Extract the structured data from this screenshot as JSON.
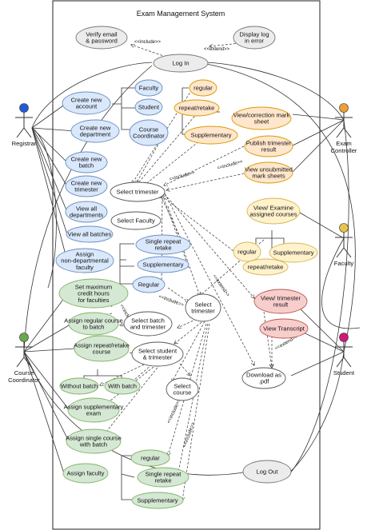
{
  "title": "Exam Management System",
  "colors": {
    "gray": "#ececec",
    "blue": "#dae8fc",
    "orange": "#ffe6cc",
    "yellow": "#fff2cc",
    "green": "#d5e8d4",
    "red": "#f8cecc",
    "border": "#8a8a8a",
    "blue_head": "#1f5bd6",
    "orange_head": "#f0a030",
    "yellow_head": "#e8c44a",
    "green_head": "#6aa84f",
    "pink_head": "#d1177a"
  },
  "actors": [
    {
      "id": "registrar",
      "label": "Registrar",
      "color": "blue_head"
    },
    {
      "id": "exam-controller",
      "label": "Exam Controller",
      "color": "orange_head"
    },
    {
      "id": "faculty",
      "label": "Faculty",
      "color": "yellow_head"
    },
    {
      "id": "course-coordinator",
      "label": "Course Coordinator",
      "color": "green_head"
    },
    {
      "id": "student",
      "label": "Student",
      "color": "pink_head"
    }
  ],
  "use_cases": [
    {
      "id": "verify",
      "text": "Verify email & password",
      "fill": "gray"
    },
    {
      "id": "display-error",
      "text": "Display log in error",
      "fill": "gray"
    },
    {
      "id": "login",
      "text": "Log In",
      "fill": "gray"
    },
    {
      "id": "logout",
      "text": "Log Out",
      "fill": "gray"
    },
    {
      "id": "create-account",
      "text": "Create new account",
      "fill": "blue"
    },
    {
      "id": "create-dept",
      "text": "Create new department",
      "fill": "blue"
    },
    {
      "id": "create-batch",
      "text": "Create new batch",
      "fill": "blue"
    },
    {
      "id": "create-trimester",
      "text": "Create new trimester",
      "fill": "blue"
    },
    {
      "id": "view-depts",
      "text": "View all departments",
      "fill": "blue"
    },
    {
      "id": "view-batches",
      "text": "View all batches",
      "fill": "blue"
    },
    {
      "id": "assign-nondept",
      "text": "Assign non-departmental faculty",
      "fill": "blue"
    },
    {
      "id": "faculty-opt",
      "text": "Faculty",
      "fill": "blue"
    },
    {
      "id": "student-opt",
      "text": "Student",
      "fill": "blue"
    },
    {
      "id": "cc-opt",
      "text": "Course Coordinator",
      "fill": "blue"
    },
    {
      "id": "single-repeat-1",
      "text": "Single repeat retake",
      "fill": "blue"
    },
    {
      "id": "supplementary-1",
      "text": "Supplementary",
      "fill": "blue"
    },
    {
      "id": "regular-1",
      "text": "Regular",
      "fill": "blue"
    },
    {
      "id": "regular-oc",
      "text": "regular",
      "fill": "orange"
    },
    {
      "id": "repeat-retake-oc",
      "text": "repeat/retake",
      "fill": "orange"
    },
    {
      "id": "supplementary-oc",
      "text": "Supplementary",
      "fill": "orange"
    },
    {
      "id": "view-correction",
      "text": "View/correction mark sheet",
      "fill": "orange"
    },
    {
      "id": "publish-result",
      "text": "Publish trimester result",
      "fill": "orange"
    },
    {
      "id": "view-unsubmitted",
      "text": "View unsubmitted mark sheets",
      "fill": "orange"
    },
    {
      "id": "select-trimester",
      "text": "Select trimester",
      "fill": "white"
    },
    {
      "id": "select-faculty",
      "text": "Select Faculty",
      "fill": "white"
    },
    {
      "id": "select-trimester-2",
      "text": "Select trimester",
      "fill": "white"
    },
    {
      "id": "select-batch-trim",
      "text": "Select batch and trimester",
      "fill": "white"
    },
    {
      "id": "select-student-trim",
      "text": "Select student & trimester",
      "fill": "white"
    },
    {
      "id": "select-course",
      "text": "Select course",
      "fill": "white"
    },
    {
      "id": "download-pdf",
      "text": "Download as .pdf",
      "fill": "white"
    },
    {
      "id": "view-examine",
      "text": "View/ Examine assigned courses",
      "fill": "yellow"
    },
    {
      "id": "regular-fac",
      "text": "regular",
      "fill": "yellow"
    },
    {
      "id": "repeat-retake-fac",
      "text": "repeat/retake",
      "fill": "yellow"
    },
    {
      "id": "supplementary-fac",
      "text": "Supplementary",
      "fill": "yellow"
    },
    {
      "id": "view-trim-result",
      "text": "View/ trimester result",
      "fill": "red"
    },
    {
      "id": "view-transcript",
      "text": "View Transcript",
      "fill": "red"
    },
    {
      "id": "set-max-credit",
      "text": "Set maximum credit hours for faculties",
      "fill": "green"
    },
    {
      "id": "assign-regular",
      "text": "Assign regular course to batch",
      "fill": "green"
    },
    {
      "id": "assign-repeat",
      "text": "Assign repeat/retake course",
      "fill": "green"
    },
    {
      "id": "without-batch",
      "text": "Without batch",
      "fill": "green"
    },
    {
      "id": "with-batch",
      "text": "With batch",
      "fill": "green"
    },
    {
      "id": "assign-supp",
      "text": "Assign supplementary exam",
      "fill": "green"
    },
    {
      "id": "assign-single",
      "text": "Assign single course with batch",
      "fill": "green"
    },
    {
      "id": "assign-faculty",
      "text": "Assign faculty",
      "fill": "green"
    },
    {
      "id": "regular-cc",
      "text": "regular",
      "fill": "green"
    },
    {
      "id": "single-repeat-cc",
      "text": "Single repeat retake",
      "fill": "green"
    },
    {
      "id": "supplementary-cc",
      "text": "Supplementary",
      "fill": "green"
    }
  ],
  "relation_labels": {
    "include": "<<include>>",
    "extend": "<<extend>>"
  }
}
